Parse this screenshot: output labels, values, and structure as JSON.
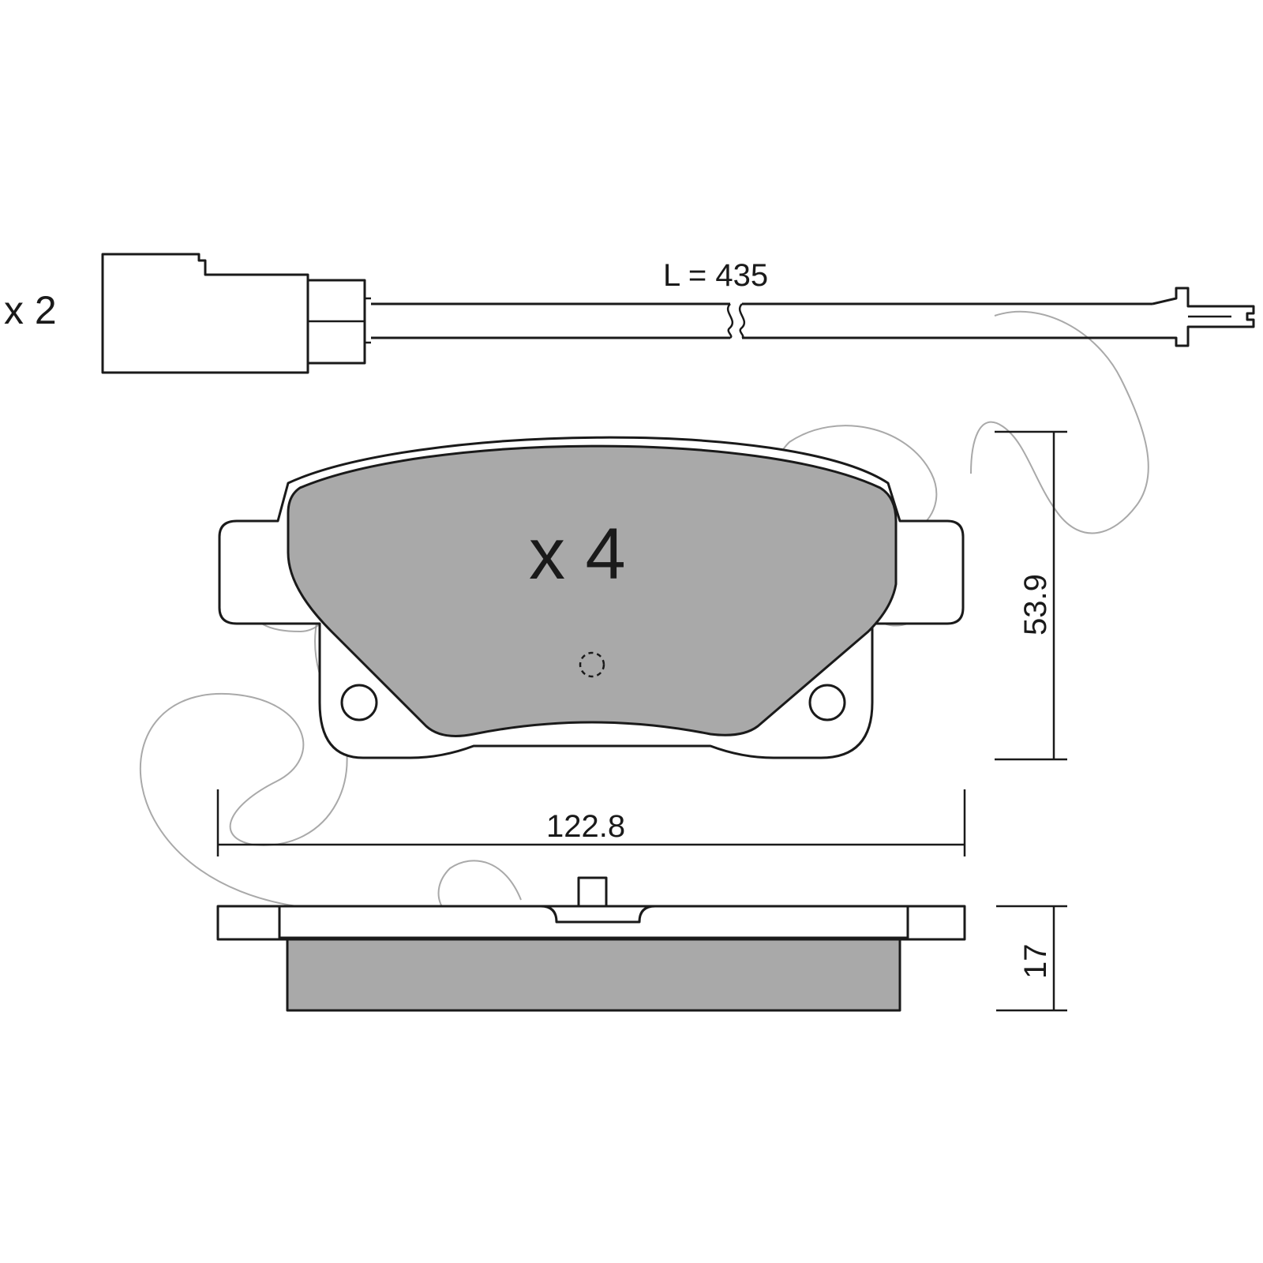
{
  "labels": {
    "sensor_qty": "x 2",
    "sensor_length": "L = 435",
    "pad_qty": "x 4",
    "width": "122.8",
    "height": "53.9",
    "thickness": "17"
  },
  "colors": {
    "friction_material": "#a9a9a9",
    "line": "#1a1a1a",
    "watermark": "#8c8c8c"
  }
}
